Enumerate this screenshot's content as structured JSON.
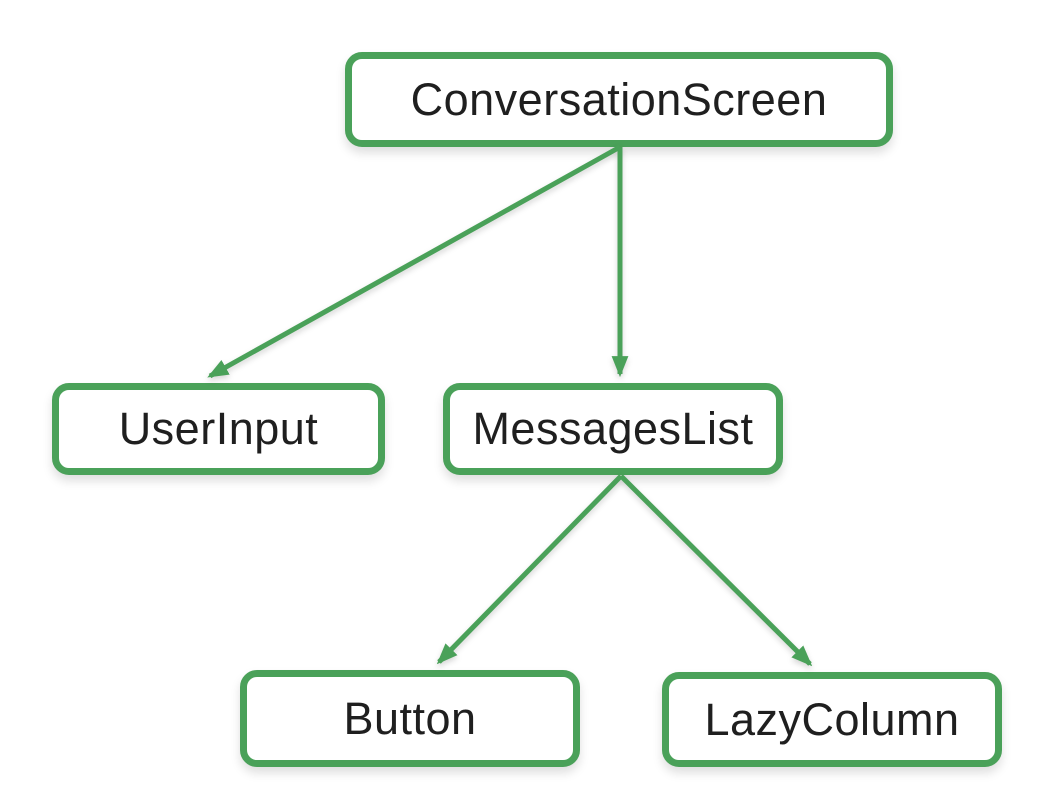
{
  "diagram": {
    "type": "tree",
    "description": "UI component hierarchy tree with five labeled nodes connected by arrows",
    "nodes": [
      {
        "id": "conversation-screen",
        "label": "ConversationScreen",
        "level": 0
      },
      {
        "id": "user-input",
        "label": "UserInput",
        "level": 1
      },
      {
        "id": "messages-list",
        "label": "MessagesList",
        "level": 1
      },
      {
        "id": "button",
        "label": "Button",
        "level": 2
      },
      {
        "id": "lazy-column",
        "label": "LazyColumn",
        "level": 2
      }
    ],
    "edges": [
      {
        "from": "conversation-screen",
        "to": "user-input"
      },
      {
        "from": "conversation-screen",
        "to": "messages-list"
      },
      {
        "from": "messages-list",
        "to": "button"
      },
      {
        "from": "messages-list",
        "to": "lazy-column"
      }
    ],
    "colors": {
      "accent": "#4aa159",
      "text": "#1f1f1f",
      "background": "#ffffff"
    }
  }
}
